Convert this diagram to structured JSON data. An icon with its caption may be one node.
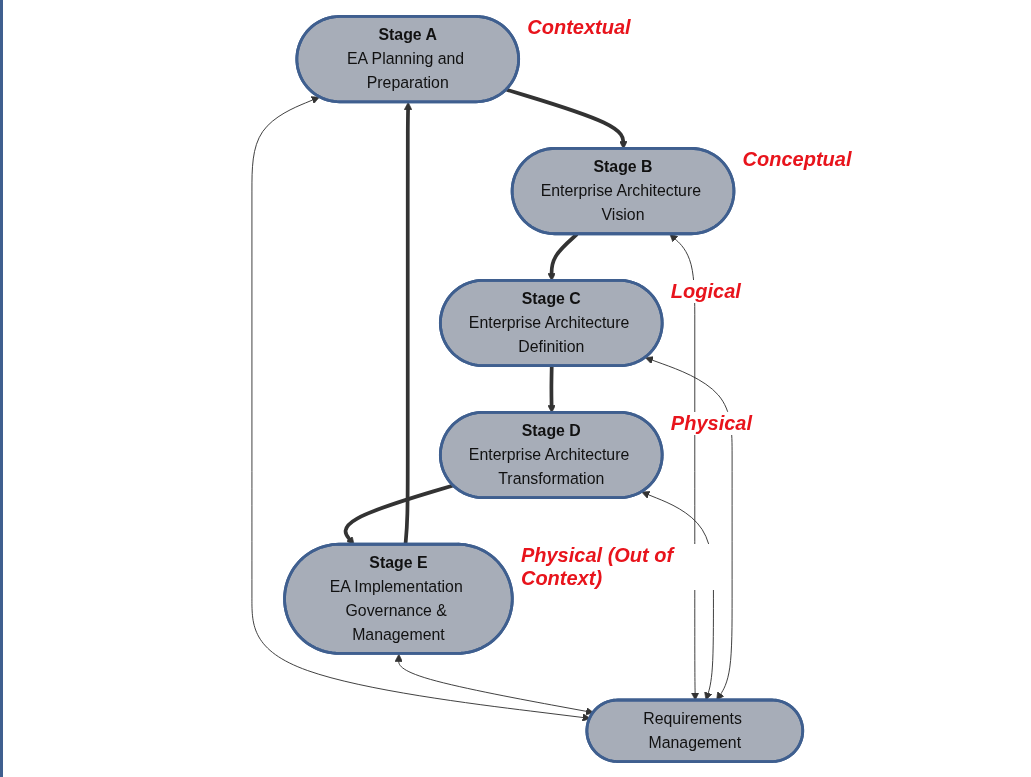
{
  "diagram": {
    "nodes": [
      {
        "text": [
          "Stage A",
          "EA Planning and Preparation"
        ],
        "beside": [
          "Contextual"
        ]
      },
      {
        "text": [
          "Stage B",
          "Enterprise Architecture Vision"
        ],
        "beside": [
          "Conceptual"
        ]
      },
      {
        "text": [
          "Stage C",
          "Enterprise Architecture Definition"
        ],
        "beside": [
          "Logical"
        ]
      },
      {
        "text": [
          "Stage D",
          "Enterprise Architecture Transformation"
        ],
        "beside": [
          "Physical"
        ]
      },
      {
        "text": [
          "Stage E",
          "EA Implementation Governance & Management"
        ],
        "beside": [
          "Physical (Out of Context)"
        ]
      },
      {
        "text": [
          "Requirements Management"
        ]
      }
    ],
    "edges": [
      {
        "from": 0,
        "to": 1,
        "arrow": "to",
        "style": "thick"
      },
      {
        "from": 1,
        "to": 2,
        "arrow": "to",
        "style": "thick"
      },
      {
        "from": 2,
        "to": 3,
        "arrow": "to",
        "style": "thick"
      },
      {
        "from": 3,
        "to": 4,
        "arrow": "to",
        "style": "thick"
      },
      {
        "from": 4,
        "to": 0,
        "arrow": "to",
        "style": "thick"
      },
      {
        "from": 0,
        "to": 5,
        "arrow": "both"
      },
      {
        "from": 4,
        "to": 5,
        "arrow": "both"
      },
      {
        "from": 5,
        "to": 1,
        "arrow": "both"
      },
      {
        "from": 5,
        "to": 3,
        "arrow": "both"
      },
      {
        "from": 5,
        "to": 2,
        "arrow": "both"
      }
    ]
  }
}
